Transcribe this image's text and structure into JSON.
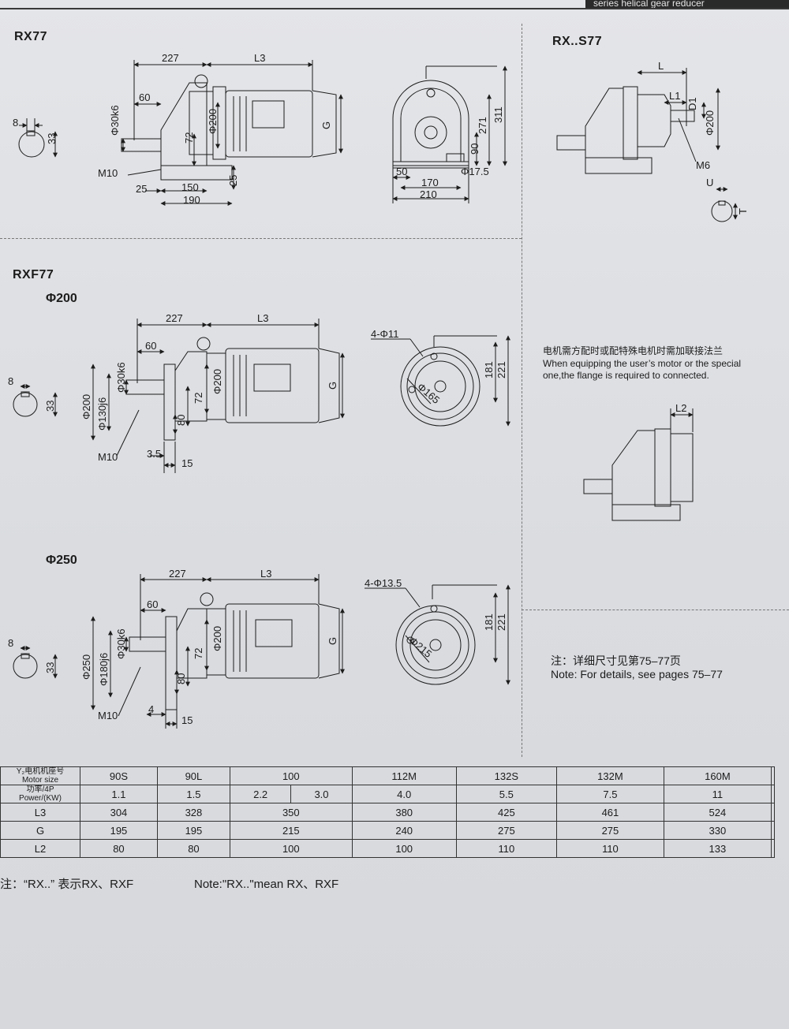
{
  "header": {
    "text": "series helical gear reducer"
  },
  "sections": {
    "rx77": {
      "title": "RX77"
    },
    "rxs77": {
      "title": "RX..S77"
    },
    "rxf77": {
      "title": "RXF77",
      "flange200": "Φ200",
      "flange250": "Φ250"
    }
  },
  "dims": {
    "rx77": {
      "d227": "227",
      "l3": "L3",
      "d60": "60",
      "shaft": "Φ30k6",
      "d8": "8",
      "d33": "33",
      "d72": "72",
      "d200": "Φ200",
      "g": "G",
      "m10": "M10",
      "d25a": "25",
      "d150": "150",
      "d190": "190",
      "d25b": "25",
      "d311": "311",
      "d271": "271",
      "d90": "90",
      "d50": "50",
      "d175": "Φ17.5",
      "d170": "170",
      "d210": "210"
    },
    "rxs77": {
      "l": "L",
      "l1": "L1",
      "d1": "D1",
      "d200": "Φ200",
      "m6": "M6",
      "u": "U",
      "t": "T"
    },
    "rxf200": {
      "d227": "227",
      "l3": "L3",
      "d60": "60",
      "shaft": "Φ30k6",
      "d8": "8",
      "d33": "33",
      "d200a": "Φ200",
      "d130": "Φ130j6",
      "d72": "72",
      "d200b": "Φ200",
      "g": "G",
      "d80": "80",
      "m10": "M10",
      "d35": "3.5",
      "d15": "15",
      "holes": "4-Φ11",
      "d181": "181",
      "d221": "221",
      "d165": "Φ165"
    },
    "rxf250": {
      "d227": "227",
      "l3": "L3",
      "d60": "60",
      "shaft": "Φ30k6",
      "d8": "8",
      "d33": "33",
      "d250": "Φ250",
      "d180": "Φ180j6",
      "d72": "72",
      "d200": "Φ200",
      "g": "G",
      "d80": "80",
      "m10": "M10",
      "d4": "4",
      "d15": "15",
      "holes": "4-Φ13.5",
      "d181": "181",
      "d221": "221",
      "d215": "Φ215"
    },
    "flange": {
      "l2": "L2"
    }
  },
  "notes": {
    "flange_cn": "电机需方配时或配特殊电机时需加联接法兰",
    "flange_en1": "When equipping the user’s motor or the special",
    "flange_en2": "one,the flange is required to connected.",
    "detail_cn": "注：详细尺寸见第75–77页",
    "detail_en": "Note: For details, see pages 75–77"
  },
  "table": {
    "header_motor": "Y₂电机机座号",
    "header_motor_en": "Motor size",
    "header_power": "功率/4P",
    "header_power_en": "Power/(KW)",
    "row_l3": "L3",
    "row_g": "G",
    "row_l2": "L2",
    "sizes": [
      "90S",
      "90L",
      "100",
      "112M",
      "132S",
      "132M",
      "160M"
    ],
    "power": [
      "1.1",
      "1.5",
      "2.2",
      "3.0",
      "4.0",
      "5.5",
      "7.5",
      "11"
    ],
    "l3": [
      "304",
      "328",
      "350",
      "380",
      "425",
      "461",
      "524"
    ],
    "g": [
      "195",
      "195",
      "215",
      "240",
      "275",
      "275",
      "330"
    ],
    "l2": [
      "80",
      "80",
      "100",
      "100",
      "110",
      "110",
      "133"
    ]
  },
  "footnote": {
    "cn": "注：“RX..” 表示RX、RXF",
    "en": "Note:\"RX..\"mean RX、RXF"
  }
}
